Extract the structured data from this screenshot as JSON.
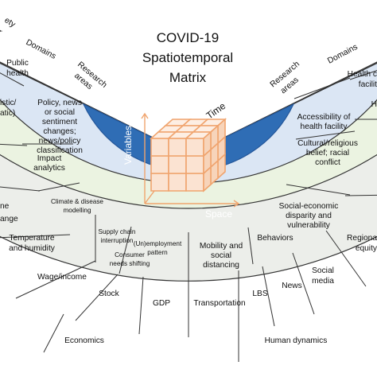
{
  "title": {
    "line1": "COVID-19",
    "line2": "Spatiotemporal",
    "line3": "Matrix"
  },
  "colors": {
    "outer_ring": "#eceeea",
    "green_ring": "#ebf3e1",
    "blue_ring": "#dbe6f4",
    "core": "#2f6db5",
    "core_edge": "#24579a",
    "cube_face": "#fbe3d2",
    "cube_edge": "#f0a46e"
  },
  "headers": {
    "left_top": "ety",
    "left_top2": "r",
    "left_domains": "Domains",
    "left_research": [
      "Research",
      "areas"
    ],
    "right_domains": "Domains",
    "right_research": [
      "Research",
      "areas"
    ]
  },
  "core": {
    "time": "Time",
    "variables": "Variables",
    "space": "Space"
  },
  "left_research_areas": {
    "policy": [
      "Policy, news",
      "or social",
      "sentiment",
      "changes;",
      "news/policy",
      "classification"
    ],
    "impact": [
      "Impact",
      "analytics"
    ],
    "climate": [
      "Climate & disease",
      "modelling"
    ],
    "supply": [
      "Supply chain",
      "interruption"
    ],
    "unemployment": [
      "(Un)employment",
      "pattern"
    ],
    "consumer": [
      "Consumer",
      "needs shifting"
    ]
  },
  "right_research_areas": {
    "accessibility": [
      "Accessibility of",
      "health facility"
    ],
    "cultural": [
      "Cultural/religious",
      "belief; racial",
      "conflict"
    ],
    "socioeconomic": [
      "Social-economic",
      "disparity and",
      "vulnerability"
    ],
    "behaviors": "Behaviors",
    "mobility": [
      "Mobility and",
      "social",
      "distancing"
    ]
  },
  "left_domains": {
    "public_health": [
      "Public",
      "health"
    ],
    "istic": [
      "istic/",
      "atic)"
    ],
    "ne": "ne",
    "ange": "ange",
    "temperature": [
      "Temperature",
      "and humidity"
    ],
    "wage": "Wage/income",
    "stock": "Stock",
    "gdp": "GDP"
  },
  "right_domains": {
    "health": [
      "Health c",
      "facilit"
    ],
    "he": "H",
    "regional": [
      "Regiona",
      "equity"
    ],
    "social_media": [
      "Social",
      "media"
    ],
    "news": "News",
    "lbs": "LBS",
    "transportation": "Transportation"
  },
  "categories": {
    "economics": "Economics",
    "human_dynamics": "Human dynamics"
  }
}
